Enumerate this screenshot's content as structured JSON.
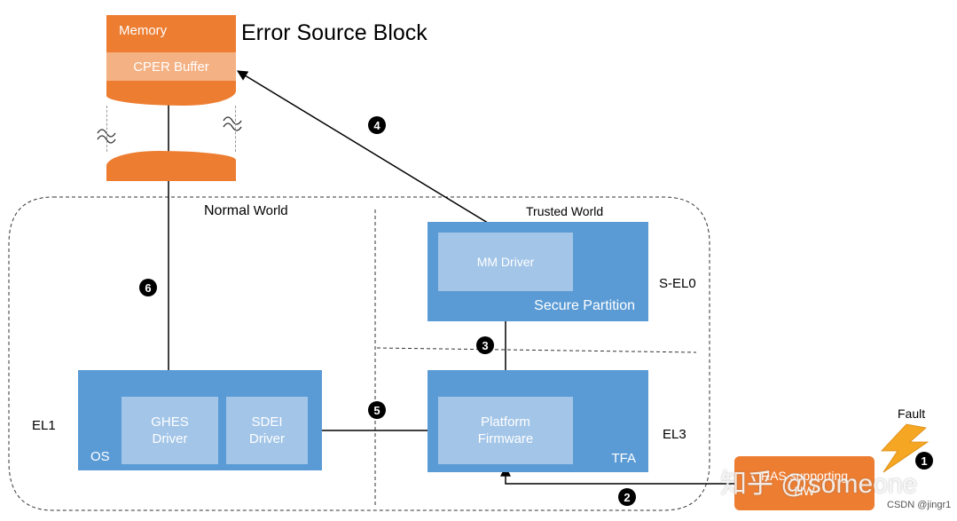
{
  "memory": {
    "title": "Error Source Block",
    "memory_label": "Memory",
    "buffer_label": "CPER Buffer"
  },
  "worlds": {
    "normal": {
      "strong": "Normal",
      "rest": " World"
    },
    "trusted": "Trusted World"
  },
  "levels": {
    "el1": "EL1",
    "el3": "EL3",
    "sel0": "S-EL0"
  },
  "blocks": {
    "os": {
      "label": "OS",
      "ghes_driver": "GHES\nDriver",
      "sdei_driver": "SDEI\nDriver"
    },
    "secure_partition": {
      "label": "Secure Partition",
      "mm_driver": "MM Driver"
    },
    "tfa": {
      "label": "TFA",
      "platform_firmware": "Platform\nFirmware"
    },
    "hw": {
      "label": "RAS supporting\nHW"
    }
  },
  "fault_label": "Fault",
  "steps": [
    "1",
    "2",
    "3",
    "4",
    "5",
    "6"
  ],
  "watermark": {
    "zhihu": "知乎 @someone",
    "csdn": "CSDN @jingr1"
  },
  "colors": {
    "orange": "#ed7d31",
    "orange_light": "#f4b183",
    "blue": "#5b9bd5",
    "blue_light": "#a3c5e8",
    "bolt": "#f5a623"
  }
}
